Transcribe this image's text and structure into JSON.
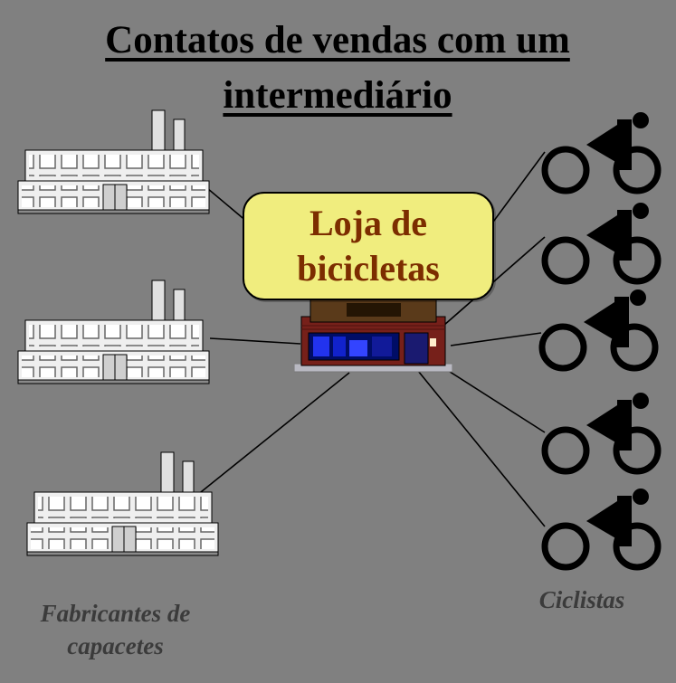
{
  "title": {
    "text": "Contatos de vendas com um intermediário"
  },
  "store": {
    "label": "Loja de bicicletas"
  },
  "groups": {
    "left_label": "Fabricantes de capacetes",
    "right_label": "Ciclistas",
    "factory_count": 3,
    "cyclist_count": 5
  },
  "icons": {
    "factory": "factory-icon",
    "store_building": "bike-shop-icon",
    "cyclist": "cyclist-icon"
  },
  "colors": {
    "background": "#808080",
    "store_box_fill": "#F0ED7E",
    "store_box_text": "#7C2D00",
    "title_text": "#000000",
    "group_label_text": "#3B3B3B",
    "connector": "#000000"
  }
}
